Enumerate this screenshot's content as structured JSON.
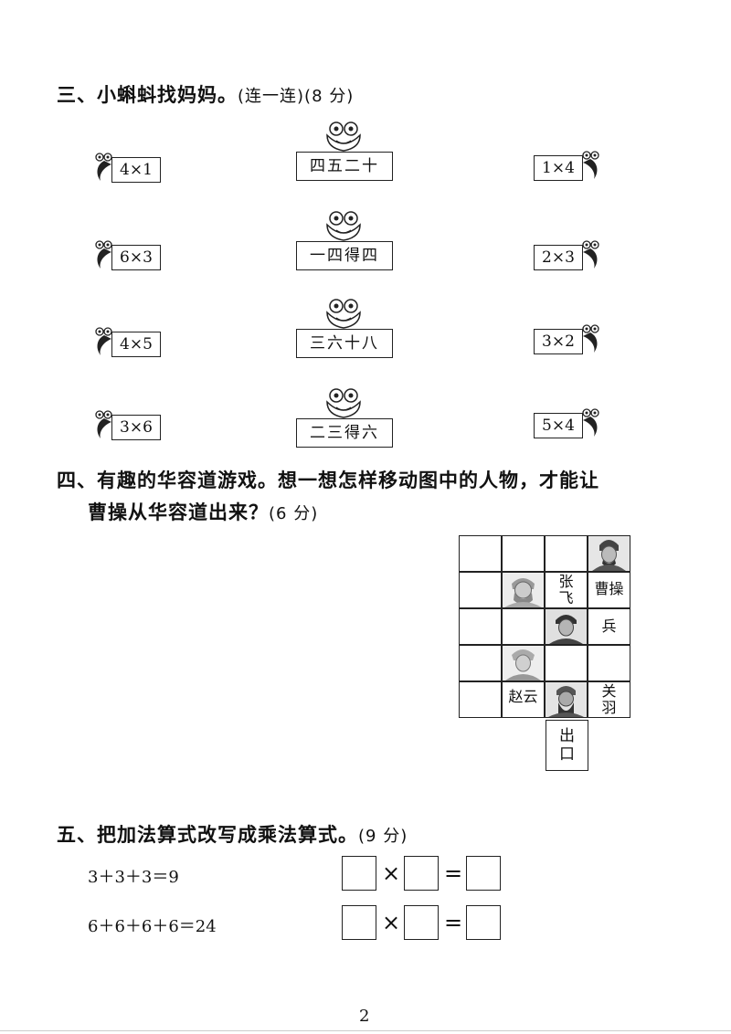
{
  "section3": {
    "title": "三、小蝌蚪找妈妈。",
    "note": "(连一连)(8 分)",
    "left_tadpoles": [
      "4×1",
      "6×3",
      "4×5",
      "3×6"
    ],
    "frogs": [
      "四五二十",
      "一四得四",
      "三六十八",
      "二三得六"
    ],
    "right_tadpoles": [
      "1×4",
      "2×3",
      "3×2",
      "5×4"
    ]
  },
  "section4": {
    "title_line1": "四、有趣的华容道游戏。想一想怎样移动图中的人物，才能让",
    "title_line2": "曹操从华容道出来？",
    "note": "(6 分)",
    "characters": {
      "zhangfei_1": "张",
      "zhangfei_2": "飞",
      "caocao": "曹操",
      "bing": "兵",
      "zhaoyun": "赵云",
      "guanyu_1": "关",
      "guanyu_2": "羽"
    },
    "exit_1": "出",
    "exit_2": "口"
  },
  "section5": {
    "title": "五、把加法算式改写成乘法算式。",
    "note": "(9 分)",
    "equations": [
      "3＋3＋3＝9",
      "6＋6＋6＋6＝24"
    ],
    "times_sign": "×",
    "equals_sign": "="
  },
  "page_number": "2"
}
